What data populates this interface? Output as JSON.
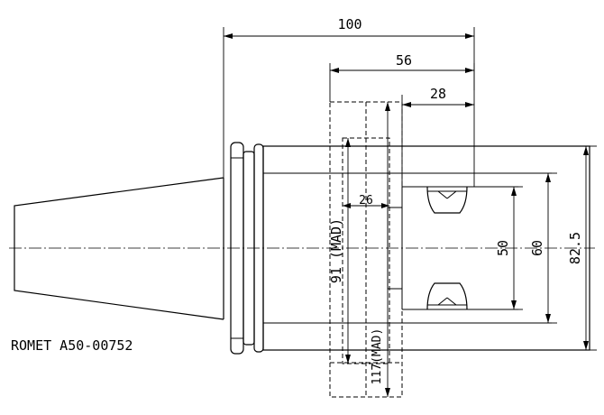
{
  "drawing": {
    "part_label": "ROMET A50-00752",
    "dimensions": {
      "overall_length": "100",
      "length_56": "56",
      "length_28_top": "28",
      "length_26": "26",
      "dia_50": "50",
      "dia_60": "60",
      "dia_82_5": "82.5",
      "vert_91": "91 (MAD)",
      "vert_117": "117(MAD)"
    }
  }
}
